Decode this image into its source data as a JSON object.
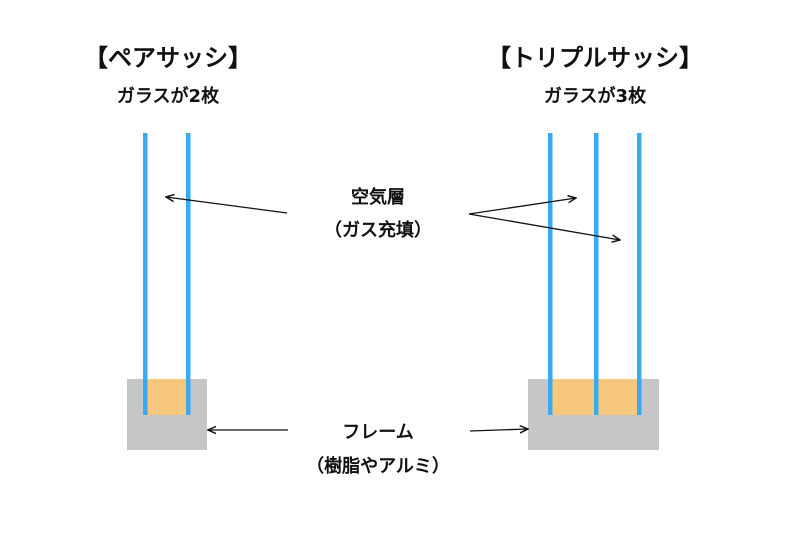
{
  "pair": {
    "title": "【ペアサッシ】",
    "subtitle": "ガラスが2枚"
  },
  "triple": {
    "title": "【トリプルサッシ】",
    "subtitle": "ガラスが3枚"
  },
  "air_layer": {
    "line1": "空気層",
    "line2": "（ガス充填）"
  },
  "frame": {
    "line1": "フレーム",
    "line2": "（樹脂やアルミ）"
  },
  "colors": {
    "glass": "#3aa9f0",
    "spacer": "#f8c77e",
    "frame": "#c6c6c6",
    "arrow": "#111111"
  }
}
